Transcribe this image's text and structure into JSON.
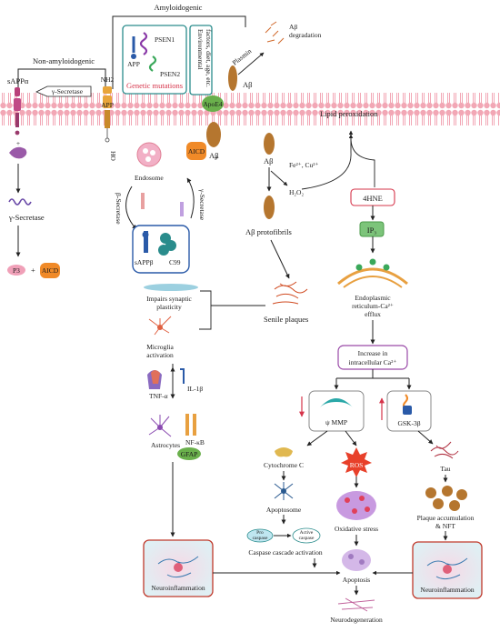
{
  "labels": {
    "amyloidogenic": "Amyloidogenic",
    "non_amyloidogenic": "Non-amyloidogenic",
    "sappa": "sAPPα",
    "gamma_secretase_top": "γ-Secretase",
    "nh2": "NH2",
    "app_membrane": "APP",
    "ho": "HO",
    "app": "APP",
    "psen1": "PSEN1",
    "psen2": "PSEN2",
    "genetic_mutations": "Genetic mutations",
    "env_factors_1": "Environmental",
    "env_factors_2": "factors, diet, age, etc.",
    "apoe4": "ApoE4",
    "plasmin": "Plasmin",
    "ab_degradation_1": "Aβ",
    "ab_degradation_2": "degradation",
    "ab_top": "Aβ",
    "ab_mid": "Aβ",
    "lipid_peroxidation": "Lipid peroxidation",
    "gamma_secretase_left": "γ-Secretase",
    "p3": "P3",
    "aicd_left": "AICD",
    "endosome": "Endosome",
    "aicd_center": "AICD",
    "beta_secretase": "β-Secretase",
    "gamma_secretase_right": "γ-Secretase",
    "sappb": "sAPPβ",
    "c99": "C99",
    "ab_right": "Aβ",
    "fe_cu": "Fe²⁺, Cu²⁺",
    "h2o2": "H₂O₂",
    "ab_protofibrils": "Aβ protofibrils",
    "hne": "4HNE",
    "ip3": "IP₃",
    "impairs_1": "Impairs synaptic",
    "impairs_2": "plasticity",
    "senile_plaques": "Senile plaques",
    "er_1": "Endoplasmic",
    "er_2": "reticulum-Ca²⁺",
    "er_3": "efflux",
    "microglia_1": "Microglia",
    "microglia_2": "activation",
    "increase_1": "Increase in",
    "increase_2": "intracellular Ca²⁺",
    "tnf": "TNF-α",
    "il1b": "IL-1β",
    "psi_mmp": "ψ MMP",
    "gsk3b": "GSK-3β",
    "astrocytes": "Astrocytes",
    "nfkb": "NF-κB",
    "gfap": "GFAP",
    "cytochrome_c": "Cytochrome C",
    "ros": "ROS",
    "tau": "Tau",
    "apoptosome": "Apoptosome",
    "plaque_nft_1": "Plaque accumulation",
    "plaque_nft_2": "& NFT",
    "oxidative_stress": "Oxidative stress",
    "pro_caspase_1": "Pro",
    "pro_caspase_2": "caspase",
    "active_caspase_1": "Active",
    "active_caspase_2": "caspase",
    "caspase_cascade": "Caspase cascade activation",
    "neuroinflammation_left": "Neuroinflammation",
    "apoptosis": "Apoptosis",
    "neuroinflammation_right": "Neuroinflammation",
    "neurodegeneration": "Neurodegeneration"
  },
  "colors": {
    "membrane_pink": "#f2a7b5",
    "membrane_dark": "#e07f95",
    "red_text": "#d6344a",
    "teal": "#2a8c8c",
    "orange": "#f08a28",
    "amyloid_brown": "#b5762f",
    "green_box": "#7cc47a"
  }
}
